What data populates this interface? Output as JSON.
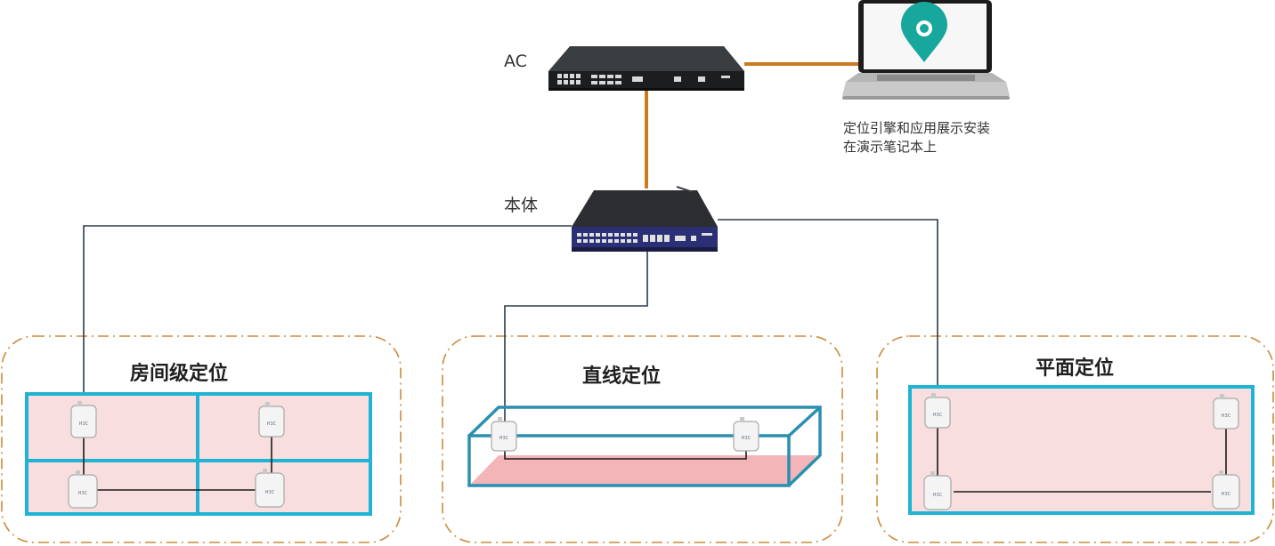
{
  "ac": {
    "label": "AC"
  },
  "core_switch": {
    "label": "本体"
  },
  "laptop": {
    "note_line1": "定位引擎和应用展示安装",
    "note_line2": "在演示笔记本上"
  },
  "zones": {
    "room": {
      "title": "房间级定位"
    },
    "line": {
      "title": "直线定位"
    },
    "plane": {
      "title": "平面定位"
    }
  },
  "ap": {
    "brand": "H3C"
  },
  "colors": {
    "uplink": "#cc7a1f",
    "cable": "#2d3a4a",
    "zone_border": "#cc8a3a",
    "room_border": "#1fb3d4",
    "area_fill": "#f8dede",
    "pin": "#18a79c"
  }
}
